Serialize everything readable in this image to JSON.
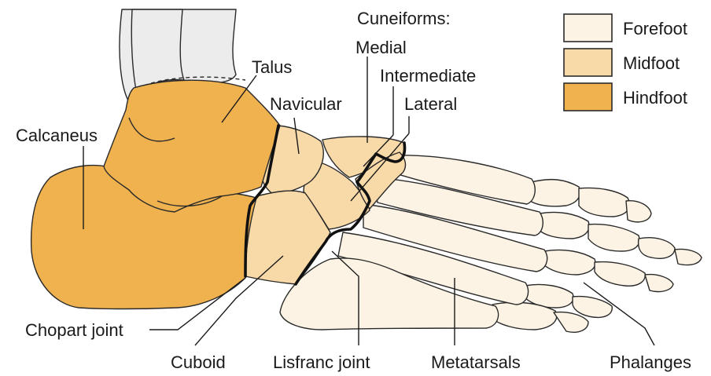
{
  "legend": {
    "items": [
      {
        "label": "Forefoot",
        "color": "#FCF3E4"
      },
      {
        "label": "Midfoot",
        "color": "#F8D9A8"
      },
      {
        "label": "Hindfoot",
        "color": "#F0B24F"
      }
    ]
  },
  "labels": {
    "cuneiforms": "Cuneiforms:",
    "medial": "Medial",
    "intermediate": "Intermediate",
    "lateral": "Lateral",
    "talus": "Talus",
    "navicular": "Navicular",
    "calcaneus": "Calcaneus",
    "chopart_joint": "Chopart joint",
    "cuboid": "Cuboid",
    "lisfranc_joint": "Lisfranc joint",
    "metatarsals": "Metatarsals",
    "phalanges": "Phalanges"
  },
  "colors": {
    "tibia": "#ECECEC",
    "outline": "#2A2A2A"
  }
}
